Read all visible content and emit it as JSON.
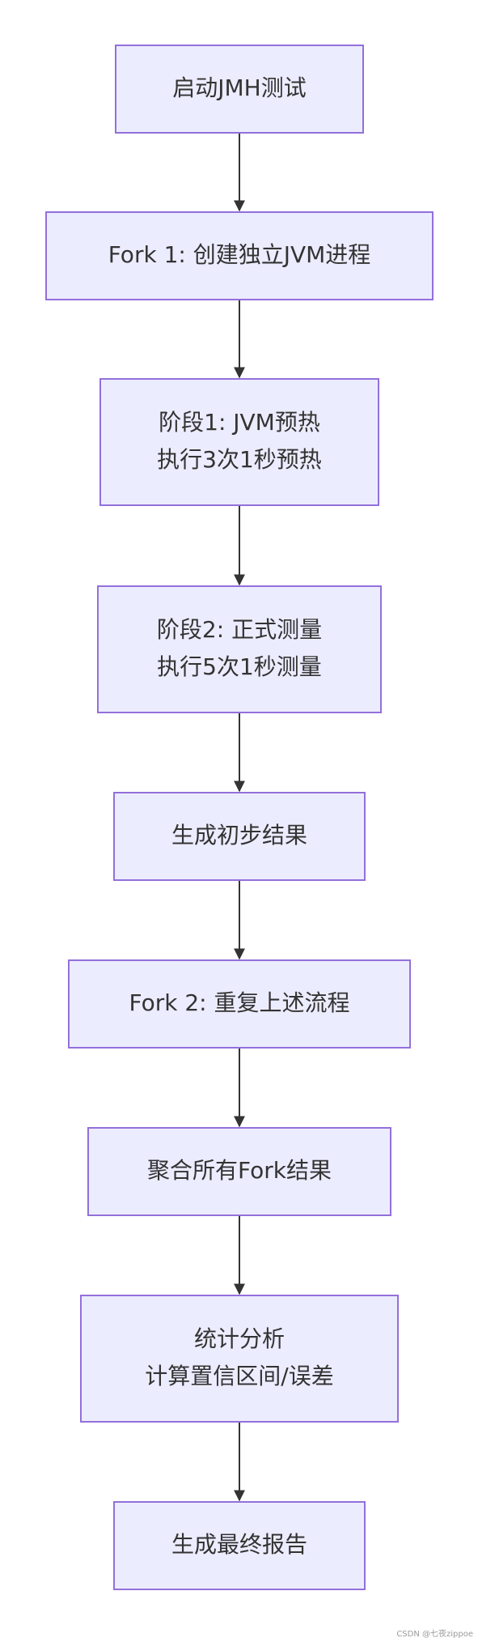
{
  "diagram": {
    "nodes": [
      {
        "id": "start",
        "lines": [
          "启动JMH测试"
        ]
      },
      {
        "id": "fork1",
        "lines": [
          "Fork 1: 创建独立JVM进程"
        ]
      },
      {
        "id": "warmup",
        "lines": [
          "阶段1: JVM预热",
          "执行3次1秒预热"
        ]
      },
      {
        "id": "measure",
        "lines": [
          "阶段2: 正式测量",
          "执行5次1秒测量"
        ]
      },
      {
        "id": "initial-result",
        "lines": [
          "生成初步结果"
        ]
      },
      {
        "id": "fork2",
        "lines": [
          "Fork 2: 重复上述流程"
        ]
      },
      {
        "id": "aggregate",
        "lines": [
          "聚合所有Fork结果"
        ]
      },
      {
        "id": "stats",
        "lines": [
          "统计分析",
          "计算置信区间/误差"
        ]
      },
      {
        "id": "final-report",
        "lines": [
          "生成最终报告"
        ]
      }
    ],
    "edges": [
      {
        "from": "start",
        "to": "fork1"
      },
      {
        "from": "fork1",
        "to": "warmup"
      },
      {
        "from": "warmup",
        "to": "measure"
      },
      {
        "from": "measure",
        "to": "initial-result"
      },
      {
        "from": "initial-result",
        "to": "fork2"
      },
      {
        "from": "fork2",
        "to": "aggregate"
      },
      {
        "from": "aggregate",
        "to": "stats"
      },
      {
        "from": "stats",
        "to": "final-report"
      }
    ]
  },
  "watermark": "CSDN @七夜zippoe",
  "colors": {
    "node_fill": "#ececff",
    "node_border": "#9370db",
    "edge": "#333333",
    "text": "#333333"
  }
}
